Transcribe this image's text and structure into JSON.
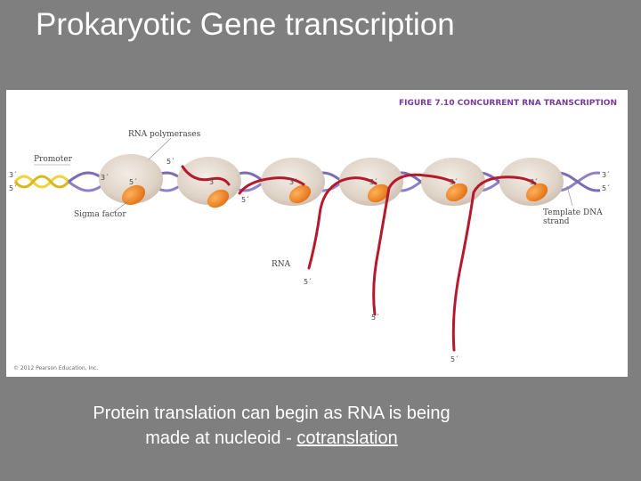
{
  "slide": {
    "title": "Prokaryotic Gene transcription",
    "caption_line1": "Protein translation can begin as RNA is being",
    "caption_line2_prefix": "made at nucleoid - ",
    "caption_line2_underlined": "cotranslation"
  },
  "figure": {
    "heading": "FIGURE 7.10  CONCURRENT RNA TRANSCRIPTION",
    "labels": {
      "rna_polymerases": "RNA polymerases",
      "promoter": "Promoter",
      "sigma_factor": "Sigma factor",
      "rna": "RNA",
      "template_line1": "Template DNA",
      "template_line2": "strand",
      "end_3prime_left": "3´",
      "end_5prime_left": "5´",
      "end_3prime_right": "3´",
      "end_5prime_right": "5´"
    },
    "end_marks": [
      "5´",
      "3´",
      "5´",
      "3´",
      "3´",
      "3´",
      "3´",
      "3´",
      "5´",
      "5´",
      "5´"
    ],
    "copyright": "© 2012 Pearson Education, Inc."
  },
  "colors": {
    "background": "#7f7f7f",
    "dna_strand_a": "#8f7fc8",
    "dna_strand_b": "#7c6bb5",
    "promoter_helix": "#f2d23a",
    "rna": "#b5192c",
    "polymerase_body": "#e3d8cd",
    "sigma_factor": "#f08a24",
    "heading": "#7a3a9a"
  }
}
